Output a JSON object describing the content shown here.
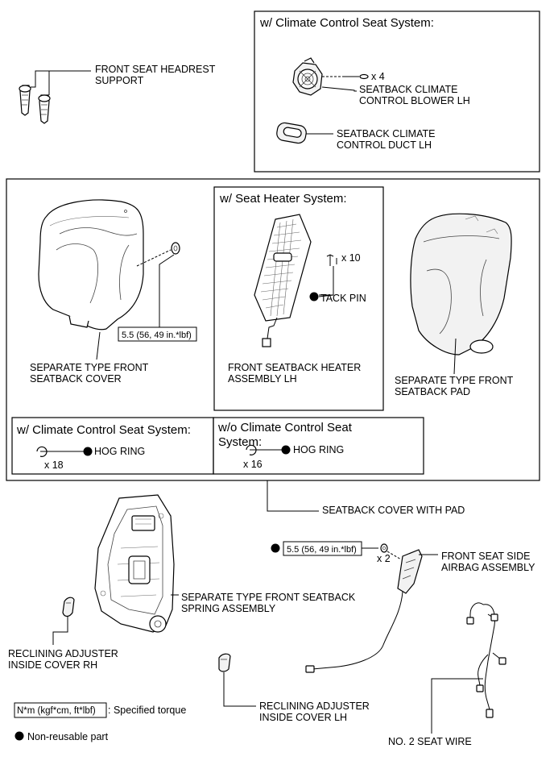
{
  "groups": {
    "climate_top": "w/ Climate Control Seat System:",
    "heater": "w/ Seat Heater System:",
    "climate_bottom": "w/ Climate Control Seat System:",
    "no_climate_l1": "w/o Climate Control Seat",
    "no_climate_l2": "System:"
  },
  "parts": {
    "headrest_support": [
      "FRONT SEAT HEADREST",
      "SUPPORT"
    ],
    "blower": [
      "SEATBACK CLIMATE",
      "CONTROL BLOWER LH"
    ],
    "duct": [
      "SEATBACK CLIMATE",
      "CONTROL DUCT LH"
    ],
    "seatback_cover": [
      "SEPARATE TYPE FRONT",
      "SEATBACK COVER"
    ],
    "heater_assembly": [
      "FRONT SEATBACK HEATER",
      "ASSEMBLY LH"
    ],
    "seatback_pad": [
      "SEPARATE TYPE FRONT",
      "SEATBACK PAD"
    ],
    "tack_pin": "TACK PIN",
    "hog_ring_a": "HOG RING",
    "hog_ring_b": "HOG RING",
    "cover_with_pad": "SEATBACK COVER WITH PAD",
    "spring_assembly": [
      "SEPARATE TYPE FRONT SEATBACK",
      "SPRING ASSEMBLY"
    ],
    "airbag": [
      "FRONT SEAT SIDE",
      "AIRBAG ASSEMBLY"
    ],
    "recliner_rh": [
      "RECLINING ADJUSTER",
      "INSIDE COVER RH"
    ],
    "recliner_lh": [
      "RECLINING ADJUSTER",
      "INSIDE COVER LH"
    ],
    "seat_wire": "NO. 2 SEAT WIRE"
  },
  "quantities": {
    "blower_screws": "x 4",
    "tack_pins": "x 10",
    "hog_rings_a": "x 18",
    "hog_rings_b": "x 16",
    "airbag_nuts": "x 2"
  },
  "torques": {
    "cover": "5.5 (56, 49 in.*lbf)",
    "airbag": "5.5 (56, 49 in.*lbf)"
  },
  "legend": {
    "torque_unit": "N*m (kgf*cm, ft*lbf)",
    "torque_desc": ": Specified torque",
    "nonreusable": "Non-reusable part"
  }
}
